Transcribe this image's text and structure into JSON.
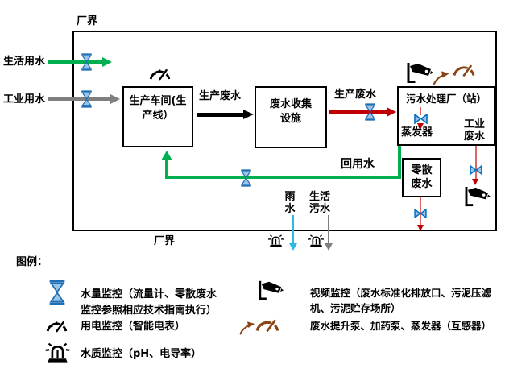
{
  "labels": {
    "boundary_top": "厂界",
    "boundary_bottom": "厂界",
    "domestic_in": "生活用水",
    "industrial_in": "工业用水",
    "production_ww_1": "生产废水",
    "production_ww_2": "生产废水",
    "reuse_water": "回用水",
    "rain_water": "雨水",
    "domestic_sewage": "生活污水",
    "industrial_ww": "工业废水",
    "evaporator": "蒸发器"
  },
  "boxes": {
    "workshop": "生产车间(生产线）",
    "collection": "废水收集设施",
    "treatment": "污水处理厂（站）",
    "scattered": "零散废水"
  },
  "legend": {
    "title": "图例：",
    "items": [
      {
        "icon": "hourglass-flow-meter-icon",
        "text": "水量监控（流量计、零散废水监控参照相应技术指南执行）"
      },
      {
        "icon": "gauge-meter-icon",
        "text": "用电监控（智能电表）"
      },
      {
        "icon": "alarm-beacon-icon",
        "text": "水质监控（pH、电导率）"
      },
      {
        "icon": "cctv-camera-icon",
        "text": "视频监控（废水标准化排放口、污泥压滤机、污泥贮存场所）"
      },
      {
        "icon": "pump-gauge-icon",
        "text": "废水提升泵、加药泵、蒸发器（互感器）"
      }
    ]
  },
  "colors": {
    "green": "#00B050",
    "gray": "#7F7F7F",
    "black": "#000000",
    "red_bold": "#C00000",
    "red_thin": "#E06666",
    "cyan": "#2EB8EA",
    "blue": "#0070C0",
    "blue_fill": "#9DC3E6",
    "brown": "#8A4413"
  }
}
